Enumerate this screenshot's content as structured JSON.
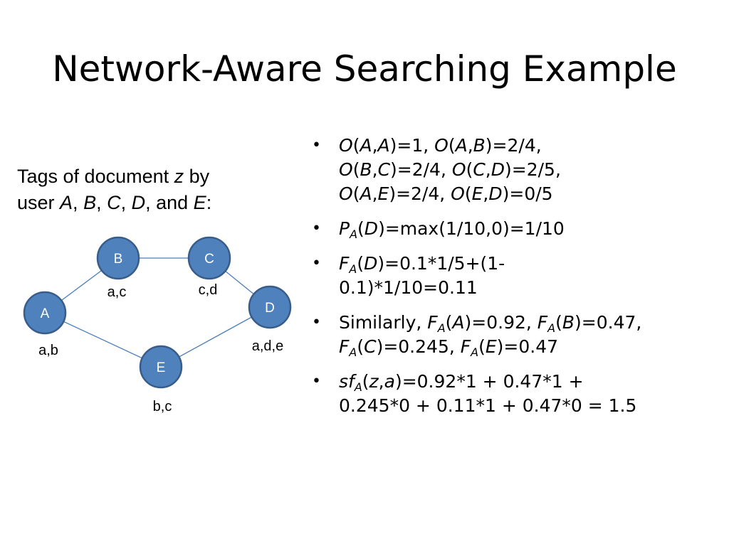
{
  "title": "Network-Aware Searching Example",
  "caption": {
    "lines": [
      [
        {
          "t": "Tags of document "
        },
        {
          "t": "z",
          "i": true
        },
        {
          "t": " by"
        }
      ],
      [
        {
          "t": "user "
        },
        {
          "t": "A",
          "i": true
        },
        {
          "t": ", "
        },
        {
          "t": "B",
          "i": true
        },
        {
          "t": ", "
        },
        {
          "t": "C",
          "i": true
        },
        {
          "t": ", "
        },
        {
          "t": "D",
          "i": true
        },
        {
          "t": ", and "
        },
        {
          "t": "E",
          "i": true
        },
        {
          "t": ":"
        }
      ]
    ]
  },
  "graph": {
    "nodes": [
      {
        "id": "A",
        "label": "A",
        "tags": "a,b"
      },
      {
        "id": "B",
        "label": "B",
        "tags": "a,c"
      },
      {
        "id": "C",
        "label": "C",
        "tags": "c,d"
      },
      {
        "id": "D",
        "label": "D",
        "tags": "a,d,e"
      },
      {
        "id": "E",
        "label": "E",
        "tags": "b,c"
      }
    ],
    "edges": [
      [
        "A",
        "B"
      ],
      [
        "B",
        "C"
      ],
      [
        "C",
        "D"
      ],
      [
        "A",
        "E"
      ],
      [
        "E",
        "D"
      ]
    ],
    "colors": {
      "node_fill": "#4f81bd",
      "node_border": "#385d8a",
      "edge": "#4a7ebb",
      "node_text": "#ffffff"
    }
  },
  "bullets": [
    {
      "lines": [
        [
          {
            "t": "O",
            "i": true
          },
          {
            "t": "("
          },
          {
            "t": "A",
            "i": true
          },
          {
            "t": ","
          },
          {
            "t": "A",
            "i": true
          },
          {
            "t": ")=1,    "
          },
          {
            "t": "O",
            "i": true
          },
          {
            "t": "("
          },
          {
            "t": "A",
            "i": true
          },
          {
            "t": ","
          },
          {
            "t": "B",
            "i": true
          },
          {
            "t": ")=2/4,"
          }
        ],
        [
          {
            "t": "O",
            "i": true
          },
          {
            "t": "("
          },
          {
            "t": "B",
            "i": true
          },
          {
            "t": ","
          },
          {
            "t": "C",
            "i": true
          },
          {
            "t": ")=2/4, "
          },
          {
            "t": "O",
            "i": true
          },
          {
            "t": "("
          },
          {
            "t": "C",
            "i": true
          },
          {
            "t": ","
          },
          {
            "t": "D",
            "i": true
          },
          {
            "t": ")=2/5,"
          }
        ],
        [
          {
            "t": "O",
            "i": true
          },
          {
            "t": "("
          },
          {
            "t": "A",
            "i": true
          },
          {
            "t": ","
          },
          {
            "t": "E",
            "i": true
          },
          {
            "t": ")=2/4, "
          },
          {
            "t": "O",
            "i": true
          },
          {
            "t": "("
          },
          {
            "t": "E",
            "i": true
          },
          {
            "t": ","
          },
          {
            "t": "D",
            "i": true
          },
          {
            "t": ")=0/5"
          }
        ]
      ]
    },
    {
      "lines": [
        [
          {
            "t": "P",
            "i": true
          },
          {
            "t": "A",
            "i": true,
            "sub": true
          },
          {
            "t": "("
          },
          {
            "t": "D",
            "i": true
          },
          {
            "t": ")=max(1/10,0)=1/10"
          }
        ]
      ]
    },
    {
      "lines": [
        [
          {
            "t": "F",
            "i": true
          },
          {
            "t": "A",
            "i": true,
            "sub": true
          },
          {
            "t": "("
          },
          {
            "t": "D",
            "i": true
          },
          {
            "t": ")=0.1*1/5+(1-"
          }
        ],
        [
          {
            "t": "0.1)*1/10=0.11"
          }
        ]
      ]
    },
    {
      "lines": [
        [
          {
            "t": "Similarly, "
          },
          {
            "t": "F",
            "i": true
          },
          {
            "t": "A",
            "i": true,
            "sub": true
          },
          {
            "t": "("
          },
          {
            "t": "A",
            "i": true
          },
          {
            "t": ")=0.92, "
          },
          {
            "t": "F",
            "i": true
          },
          {
            "t": "A",
            "i": true,
            "sub": true
          },
          {
            "t": "("
          },
          {
            "t": "B",
            "i": true
          },
          {
            "t": ")=0.47,"
          }
        ],
        [
          {
            "t": "F",
            "i": true
          },
          {
            "t": "A",
            "i": true,
            "sub": true
          },
          {
            "t": "("
          },
          {
            "t": "C",
            "i": true
          },
          {
            "t": ")=0.245, "
          },
          {
            "t": "F",
            "i": true
          },
          {
            "t": "A",
            "i": true,
            "sub": true
          },
          {
            "t": "("
          },
          {
            "t": "E",
            "i": true
          },
          {
            "t": ")=0.47"
          }
        ]
      ]
    },
    {
      "lines": [
        [
          {
            "t": "sf",
            "i": true
          },
          {
            "t": "A",
            "i": true,
            "sub": true
          },
          {
            "t": "("
          },
          {
            "t": "z",
            "i": true
          },
          {
            "t": ","
          },
          {
            "t": "a",
            "i": true
          },
          {
            "t": ")=0.92*1 + 0.47*1 +"
          }
        ],
        [
          {
            "t": "0.245*0 + 0.11*1 + 0.47*0 = 1.5"
          }
        ]
      ]
    }
  ]
}
